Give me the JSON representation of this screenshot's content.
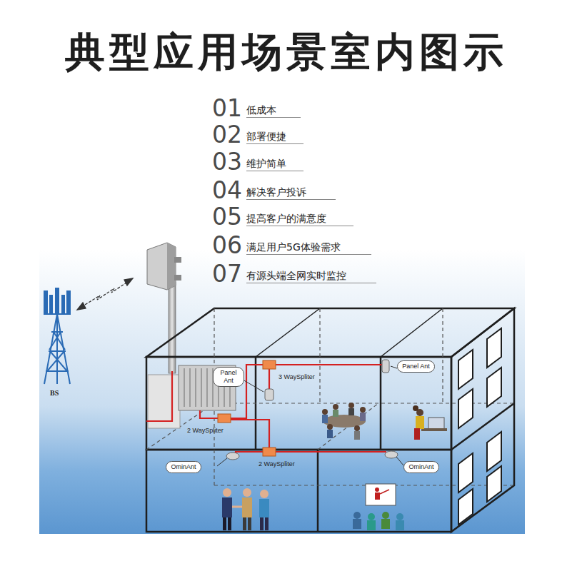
{
  "diagram": {
    "title": "典型应用场景室内图示",
    "nodes": [
      {
        "text": [
          "Panel Ant"
        ]
      },
      {
        "text": [
          "Panel Ant"
        ]
      },
      {
        "text": [
          "OminAnt"
        ]
      },
      {
        "text": [
          "OminAnt"
        ]
      }
    ],
    "labels": [
      "01",
      "低成本",
      "02",
      "部署便捷",
      "03",
      "维护简单",
      "04",
      "解决客户投诉",
      "05",
      "提高客户的满意度",
      "06",
      "满足用户5G体验需求",
      "07",
      "有源头端全网实时监控",
      "BS",
      "3 WaySpliter",
      "2 WaySpliter",
      "2 WaySpliter"
    ]
  }
}
